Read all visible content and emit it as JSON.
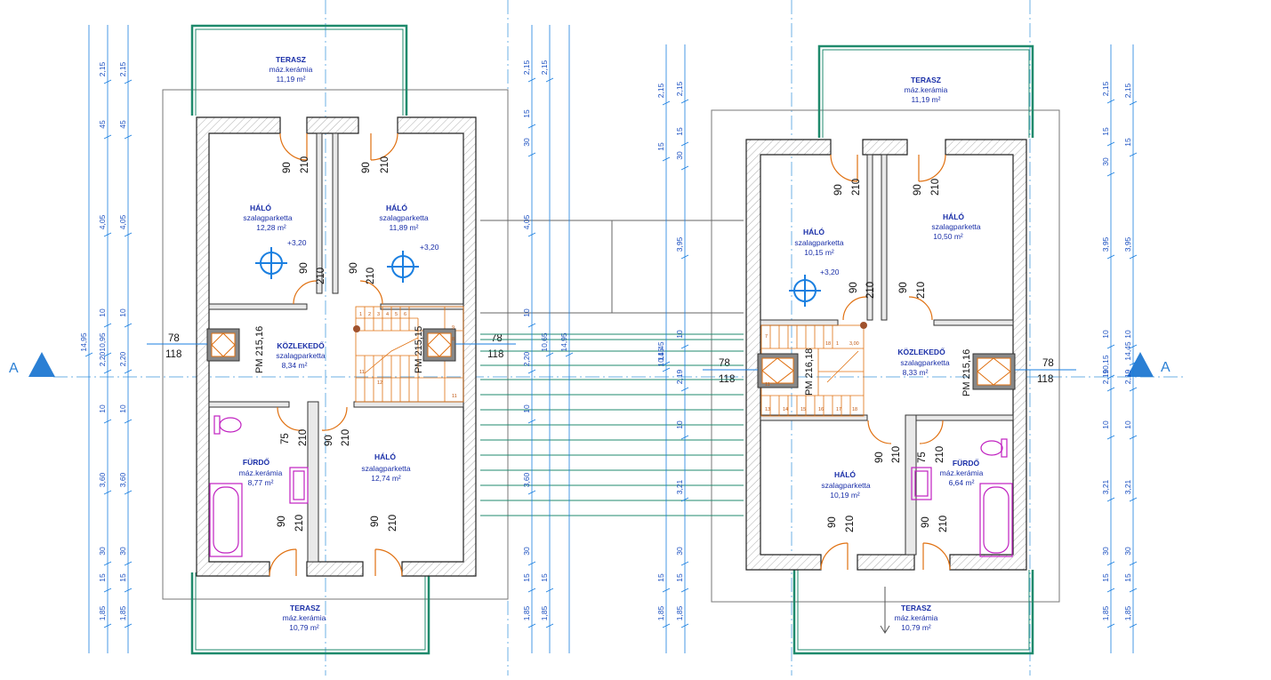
{
  "section": {
    "label": "A"
  },
  "left_unit": {
    "terrace_top": {
      "name": "TERASZ",
      "finish": "máz.kerámia",
      "area": "11,19 m²"
    },
    "bedroom_1": {
      "name": "HÁLÓ",
      "finish": "szalagparketta",
      "area": "12,28 m²",
      "level": "+3,20"
    },
    "bedroom_2": {
      "name": "HÁLÓ",
      "finish": "szalagparketta",
      "area": "11,89 m²",
      "level": "+3,20"
    },
    "hallway": {
      "name": "KÖZLEKEDŐ",
      "finish": "szalagparketta",
      "area": "8,34 m²"
    },
    "bathroom": {
      "name": "FÜRDŐ",
      "finish": "máz.kerámia",
      "area": "8,77 m²"
    },
    "bedroom_3": {
      "name": "HÁLÓ",
      "finish": "szalagparketta",
      "area": "12,74 m²"
    },
    "terrace_bottom": {
      "name": "TERASZ",
      "finish": "máz.kerámia",
      "area": "10,79 m²"
    },
    "door_dims": [
      {
        "w": "90",
        "h": "210"
      },
      {
        "w": "90",
        "h": "210"
      },
      {
        "w": "90",
        "h": "210"
      },
      {
        "w": "90",
        "h": "210"
      },
      {
        "w": "75",
        "h": "210"
      },
      {
        "w": "90",
        "h": "210"
      },
      {
        "w": "90",
        "h": "210"
      },
      {
        "w": "90",
        "h": "210"
      }
    ],
    "pm_labels": [
      "PM 215,16",
      "PM 215,15"
    ],
    "window_markers": [
      {
        "w": "78",
        "h": "118"
      },
      {
        "w": "78",
        "h": "118"
      }
    ]
  },
  "right_unit": {
    "terrace_top": {
      "name": "TERASZ",
      "finish": "máz.kerámia",
      "area": "11,19 m²"
    },
    "bedroom_1": {
      "name": "HÁLÓ",
      "finish": "szalagparketta",
      "area": "10,15 m²",
      "level": "+3,20"
    },
    "bedroom_2": {
      "name": "HÁLÓ",
      "finish": "szalagparketta",
      "area": "10,50 m²"
    },
    "hallway": {
      "name": "KÖZLEKEDŐ",
      "finish": "szalagparketta",
      "area": "8,33 m²"
    },
    "bathroom": {
      "name": "FÜRDŐ",
      "finish": "máz.kerámia",
      "area": "6,64 m²"
    },
    "bedroom_3": {
      "name": "HÁLÓ",
      "finish": "szalagparketta",
      "area": "10,19 m²"
    },
    "terrace_bottom": {
      "name": "TERASZ",
      "finish": "máz.kerámia",
      "area": "10,79 m²"
    },
    "door_dims": [
      {
        "w": "90",
        "h": "210"
      },
      {
        "w": "90",
        "h": "210"
      },
      {
        "w": "90",
        "h": "210"
      },
      {
        "w": "90",
        "h": "210"
      },
      {
        "w": "90",
        "h": "210"
      },
      {
        "w": "75",
        "h": "210"
      },
      {
        "w": "90",
        "h": "210"
      },
      {
        "w": "90",
        "h": "210"
      }
    ],
    "pm_labels": [
      "PM 216,18",
      "PM 215,16"
    ],
    "window_markers": [
      {
        "w": "78",
        "h": "118"
      },
      {
        "w": "78",
        "h": "118"
      }
    ]
  },
  "dimension_chains": [
    {
      "id": "c1",
      "labels": [
        "14,95"
      ]
    },
    {
      "id": "c2",
      "labels": [
        "1,85",
        "15",
        "30",
        "3,60",
        "10",
        "2,20",
        "10",
        "4,05",
        "45",
        "2,15",
        "10,95"
      ]
    },
    {
      "id": "c3",
      "labels": [
        "1,85",
        "15",
        "30",
        "3,60",
        "10",
        "2,20",
        "10",
        "4,05",
        "45",
        "2,15"
      ]
    },
    {
      "id": "c4",
      "labels": [
        "1,85",
        "15",
        "30",
        "3,60",
        "10",
        "2,20",
        "10",
        "4,05",
        "30",
        "15",
        "2,15"
      ]
    },
    {
      "id": "c5",
      "labels": [
        "1,85",
        "15",
        "10,65",
        "2,15"
      ]
    },
    {
      "id": "c6",
      "labels": [
        "14,95"
      ]
    },
    {
      "id": "c7",
      "labels": [
        "1,85",
        "15",
        "10,15",
        "15",
        "2,15",
        "14,45"
      ]
    },
    {
      "id": "c8",
      "labels": [
        "1,85",
        "15",
        "30",
        "3,21",
        "10",
        "2,19",
        "10",
        "3,95",
        "30",
        "15",
        "2,15"
      ]
    },
    {
      "id": "c9",
      "labels": [
        "1,85",
        "15",
        "30",
        "3,21",
        "10",
        "2,19",
        "10",
        "3,95",
        "30",
        "15",
        "2,15",
        "10,15"
      ]
    },
    {
      "id": "c10",
      "labels": [
        "1,85",
        "15",
        "30",
        "3,21",
        "10",
        "2,19",
        "10",
        "3,95",
        "15",
        "2,15",
        "14,45"
      ]
    }
  ]
}
